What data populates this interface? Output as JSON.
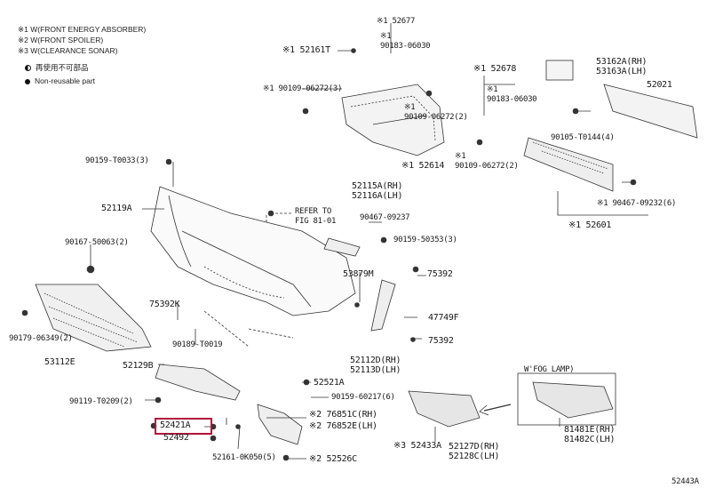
{
  "legend": {
    "notes": [
      "※1 W(FRONT ENERGY ABSORBER)",
      "※2 W(FRONT SPOILER)",
      "※3 W(CLEARANCE SONAR)"
    ],
    "keys": [
      {
        "symbol": "half",
        "text": "再使用不可部品"
      },
      {
        "symbol": "full",
        "text": "Non-reusable part"
      }
    ]
  },
  "labels": {
    "l52677": "※1 52677",
    "l90183a": "※1\n90183-06030",
    "l52161t": "※1 52161T",
    "l90109a": "※1 90109-06272(3)",
    "l90109b": "※1\n90109-06272(2)",
    "l52678": "※1 52678",
    "l90183b": "※1\n90183-06030",
    "l90109c": "※1\n90109-06272(2)",
    "l52614": "※1 52614",
    "l53162": "53162A(RH)\n53163A(LH)",
    "l52021": "52021",
    "l90105": "90105-T0144(4)",
    "l90467a": "※1 90467-09232(6)",
    "l52601": "※1 52601",
    "l90159a": "90159-T0033(3)",
    "l52119a": "52119A",
    "lrefer": "REFER TO\nFIG 81-01",
    "l52115": "52115A(RH)\n52116A(LH)",
    "l90467b": "90467-09237",
    "l90159b": "90159-50353(3)",
    "l90167": "90167-50063(2)",
    "l53879": "53879M",
    "l75392a": "75392",
    "l75392k": "75392K",
    "l47749": "47749F",
    "l75392b": "75392",
    "l90179": "90179-06349(2)",
    "l53112": "53112E",
    "l90189": "90189-T0019",
    "l52112": "52112D(RH)\n52113D(LH)",
    "l52129": "52129B",
    "l52521": "52521A",
    "l90159c": "90159-60217(6)",
    "lfog": "W'FOG LAMP)",
    "l90119": "90119-T0209(2)",
    "l76851": "※2 76851C(RH)",
    "l76852": "※2 76852E(LH)",
    "l52421": "52421A",
    "l52492": "52492",
    "l52433": "※3 52433A",
    "l52127": "52127D(RH)\n52128C(LH)",
    "l81481": "81481E(RH)\n81482C(LH)",
    "l52161k": "52161-0K050(5)",
    "l52526": "※2 52526C",
    "lcode": "52443A"
  },
  "highlight": {
    "part": "52421A",
    "color": "#b3123b"
  }
}
